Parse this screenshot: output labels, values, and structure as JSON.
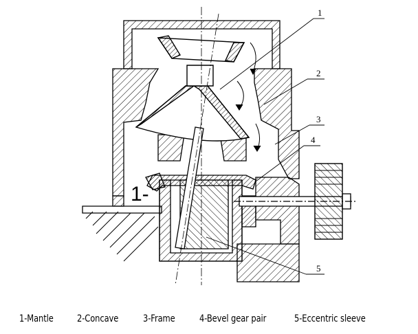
{
  "callouts": {
    "c1": "1",
    "c2": "2",
    "c3": "3",
    "c4": "4",
    "c5": "5",
    "side_label": "1-"
  },
  "legend": [
    {
      "text": "1-Mantle"
    },
    {
      "text": "2-Concave"
    },
    {
      "text": "3-Frame"
    },
    {
      "text": "4-Bevel gear pair"
    },
    {
      "text": "5-Eccentric sleeve"
    }
  ]
}
